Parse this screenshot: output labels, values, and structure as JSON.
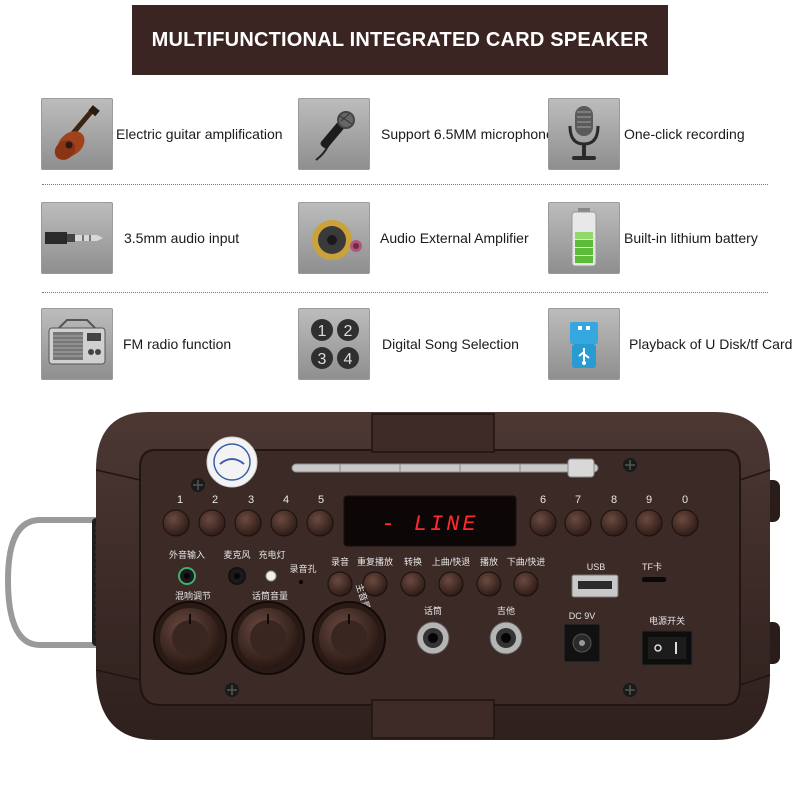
{
  "banner": {
    "title": "MULTIFUNCTIONAL INTEGRATED CARD SPEAKER"
  },
  "features": [
    {
      "label": "Electric guitar amplification",
      "icon": "guitar-icon"
    },
    {
      "label": "Support 6.5MM microphone",
      "icon": "microphone-icon"
    },
    {
      "label": "One-click recording",
      "icon": "studio-mic-icon"
    },
    {
      "label": "3.5mm audio input",
      "icon": "audio-jack-icon"
    },
    {
      "label": "Audio External Amplifier",
      "icon": "amplifier-speaker-icon"
    },
    {
      "label": "Built-in lithium battery",
      "icon": "battery-icon"
    },
    {
      "label": "FM radio function",
      "icon": "radio-icon"
    },
    {
      "label": "Digital Song Selection",
      "icon": "number-keys-icon"
    },
    {
      "label": "Playback of U Disk/tf Card",
      "icon": "usb-card-icon"
    }
  ],
  "number_keys": {
    "k1": "1",
    "k2": "2",
    "k3": "3",
    "k4": "4"
  },
  "panel": {
    "display_text": "- LINE",
    "buttons_left": [
      "1",
      "2",
      "3",
      "4",
      "5"
    ],
    "buttons_right": [
      "6",
      "7",
      "8",
      "9",
      "0"
    ],
    "labels": {
      "ext_input": "外音输入",
      "mic": "麦克风",
      "charge_light": "充电灯",
      "rec_hole": "录音孔",
      "record": "录音",
      "repeat": "重复播放",
      "switch": "转换",
      "prev": "上曲/快退",
      "play": "播放",
      "next": "下曲/快进",
      "usb": "USB",
      "tf": "TF卡",
      "mix": "混响调节",
      "mic_vol": "话筒音量",
      "main_vol": "主音量/吉他音量",
      "mic_jack": "话筒",
      "guitar_jack": "吉他",
      "dc": "DC 9V",
      "power": "电源开关"
    }
  }
}
